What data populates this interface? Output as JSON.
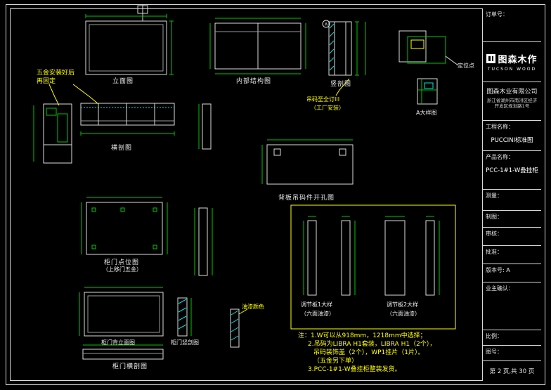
{
  "colors": {
    "background": "#000000",
    "line": "#dcdcdc",
    "dimension": "#00c800",
    "callout": "#ffff00",
    "hatch": "#00e5e5"
  },
  "views": {
    "elevation": {
      "label": "立面图"
    },
    "hsection": {
      "label": "横剖图"
    },
    "internal": {
      "label": "内部结构图"
    },
    "vsection": {
      "label": "竖剖图"
    },
    "detail_a": {
      "label": "A大样图"
    },
    "anchor_point": {
      "label": "定位点"
    },
    "back_panel": {
      "label": "背板吊码件开孔图"
    },
    "door_points": {
      "label": "柜门点位图",
      "sub": "（上移门五金）"
    },
    "door_back": {
      "label": "柜门背立面图"
    },
    "door_vsection": {
      "label": "柜门竖剖图"
    },
    "door_hsection": {
      "label": "柜门横剖图"
    },
    "adj_panel_1": {
      "label": "调节板1大样",
      "sub": "（六面油漆）"
    },
    "adj_panel_2": {
      "label": "调节板2大样",
      "sub": "（六面油漆）"
    }
  },
  "callouts": {
    "hardware_fix_1": "五金安装好后",
    "hardware_fix_2": "再固定",
    "hanging_1": "吊码至全订III",
    "hanging_2": "（工厂安装）",
    "paint_color": "油漆颜色",
    "detail_balloon": "A"
  },
  "notes": {
    "line1": "注：1.W可以从918mm，1218mm中选择；",
    "line2": "2.吊码为LIBRA H1套装，LIBRA H1（2个），",
    "line3": "吊码装饰盖（2个），WP1挂片（1片）。",
    "line4": "（五金另下单）",
    "line5": "3.PCC-1#1-W叠挂柜整装发货。"
  },
  "titleblock": {
    "order_label": "订单号：",
    "logo_cn": "图森木作",
    "logo_en": "TUCSON WOOD",
    "company": "图森木业有限公司",
    "address1": "浙江省湖州市南浔区经济",
    "address2": "开发区规划路1号",
    "project_label": "工程名称：",
    "project_value": "PUCCINI标准图",
    "product_label": "产品名称：",
    "product_value": "PCC-1#1-W叠挂柜",
    "measure_label": "测量：",
    "draft_label": "制图：",
    "review_label": "审核：",
    "approve_label": "批准：",
    "version_label": "版本号: A",
    "owner_confirm_label": "业主确认：",
    "scale_label": "比例：",
    "sheet_no_label": "图号：",
    "page_info": "第 2 页,共 30 页"
  }
}
